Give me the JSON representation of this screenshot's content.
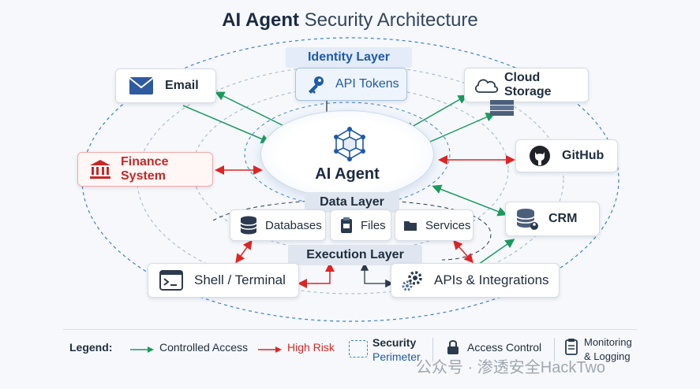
{
  "title": {
    "bold": "AI Agent",
    "rest": "Security Architecture"
  },
  "layers": {
    "identity": "Identity Layer",
    "data": "Data Layer",
    "execution": "Execution Layer"
  },
  "center": {
    "label": "AI Agent"
  },
  "nodes": {
    "email": "Email",
    "api_tokens": "API Tokens",
    "cloud_storage": "Cloud Storage",
    "finance": "Finance System",
    "github": "GitHub",
    "crm": "CRM",
    "databases": "Databases",
    "files": "Files",
    "services": "Services",
    "shell": "Shell / Terminal",
    "apis": "APIs & Integrations"
  },
  "legend": {
    "title": "Legend:",
    "controlled": "Controlled Access",
    "high_risk": "High Risk",
    "security": "Security",
    "perimeter": "Perimeter",
    "access_control": "Access Control",
    "monitoring": "Monitoring",
    "logging": "& Logging"
  },
  "watermark": "公众号 · 渗透安全HackTwo",
  "colors": {
    "controlled": "#1a9a5c",
    "high_risk": "#e02424",
    "perimeter": "#3b7ddd",
    "accent": "#1e5aa8"
  }
}
